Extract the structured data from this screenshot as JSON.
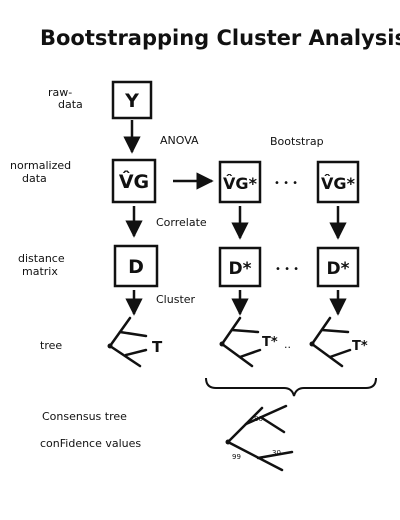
{
  "title": "Bootstrapping Cluster Analysis",
  "labels": {
    "raw_data": [
      "raw-",
      "data"
    ],
    "normalized_data": [
      "normalized",
      "data"
    ],
    "distance_matrix": [
      "distance",
      "matrix"
    ],
    "tree": "tree",
    "consensus_tree": "Consensus tree",
    "confidence_values": "conFidence values"
  },
  "steps": {
    "anova": "ANOVA",
    "bootstrap": "Bootstrap",
    "correlate": "Correlate",
    "cluster": "Cluster"
  },
  "nodes": {
    "raw": "Y",
    "vg": "V̂G",
    "vg_star": "V̂G*",
    "d": "D",
    "d_star": "D*",
    "t": "T",
    "t_star": "T*",
    "ellipsis": "• • •",
    "ellipsis_short": ".."
  },
  "confidence": [
    "80",
    "30",
    "99"
  ]
}
